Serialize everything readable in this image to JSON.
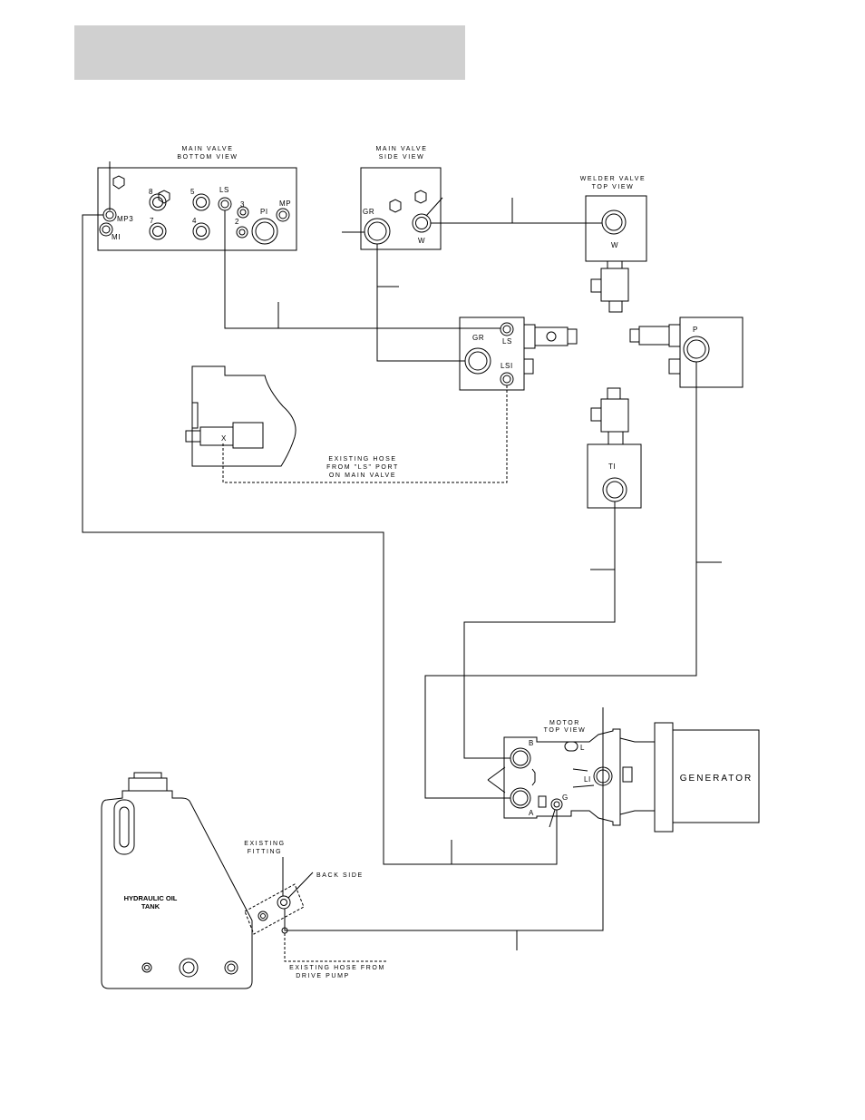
{
  "header": {
    "fill": "#d0d0d0"
  },
  "main_valve_bottom": {
    "title_line1": "MAIN VALVE",
    "title_line2": "BOTTOM VIEW",
    "ports": [
      "8",
      "5",
      "LS",
      "3",
      "MP3",
      "7",
      "4",
      "2",
      "PI",
      "MP",
      "MI"
    ]
  },
  "main_valve_side": {
    "title_line1": "MAIN VALVE",
    "title_line2": "SIDE VIEW",
    "ports": [
      "GR",
      "W"
    ]
  },
  "welder_valve": {
    "title_line1": "WELDER VALVE",
    "title_line2": "TOP VIEW",
    "ports": [
      "W"
    ]
  },
  "ls_block": {
    "ports": [
      "GR",
      "LS",
      "LSI"
    ]
  },
  "p_block": {
    "ports": [
      "P"
    ]
  },
  "ti_block": {
    "ports": [
      "TI"
    ]
  },
  "existing_hose_ls": {
    "line1": "EXISTING HOSE",
    "line2": "FROM \"LS\" PORT",
    "line3": "ON MAIN VALVE",
    "x_mark": "X"
  },
  "motor": {
    "title_line1": "MOTOR",
    "title_line2": "TOP VIEW",
    "ports": [
      "B",
      "L",
      "LI",
      "G",
      "A"
    ]
  },
  "generator": {
    "label": "GENERATOR"
  },
  "tank": {
    "label_line1": "HYDRAULIC OIL",
    "label_line2": "TANK"
  },
  "fittings": {
    "existing_fitting_line1": "EXISTING",
    "existing_fitting_line2": "FITTING",
    "back_side": "BACK SIDE",
    "drive_pump_line1": "EXISTING HOSE FROM",
    "drive_pump_line2": "DRIVE PUMP"
  }
}
